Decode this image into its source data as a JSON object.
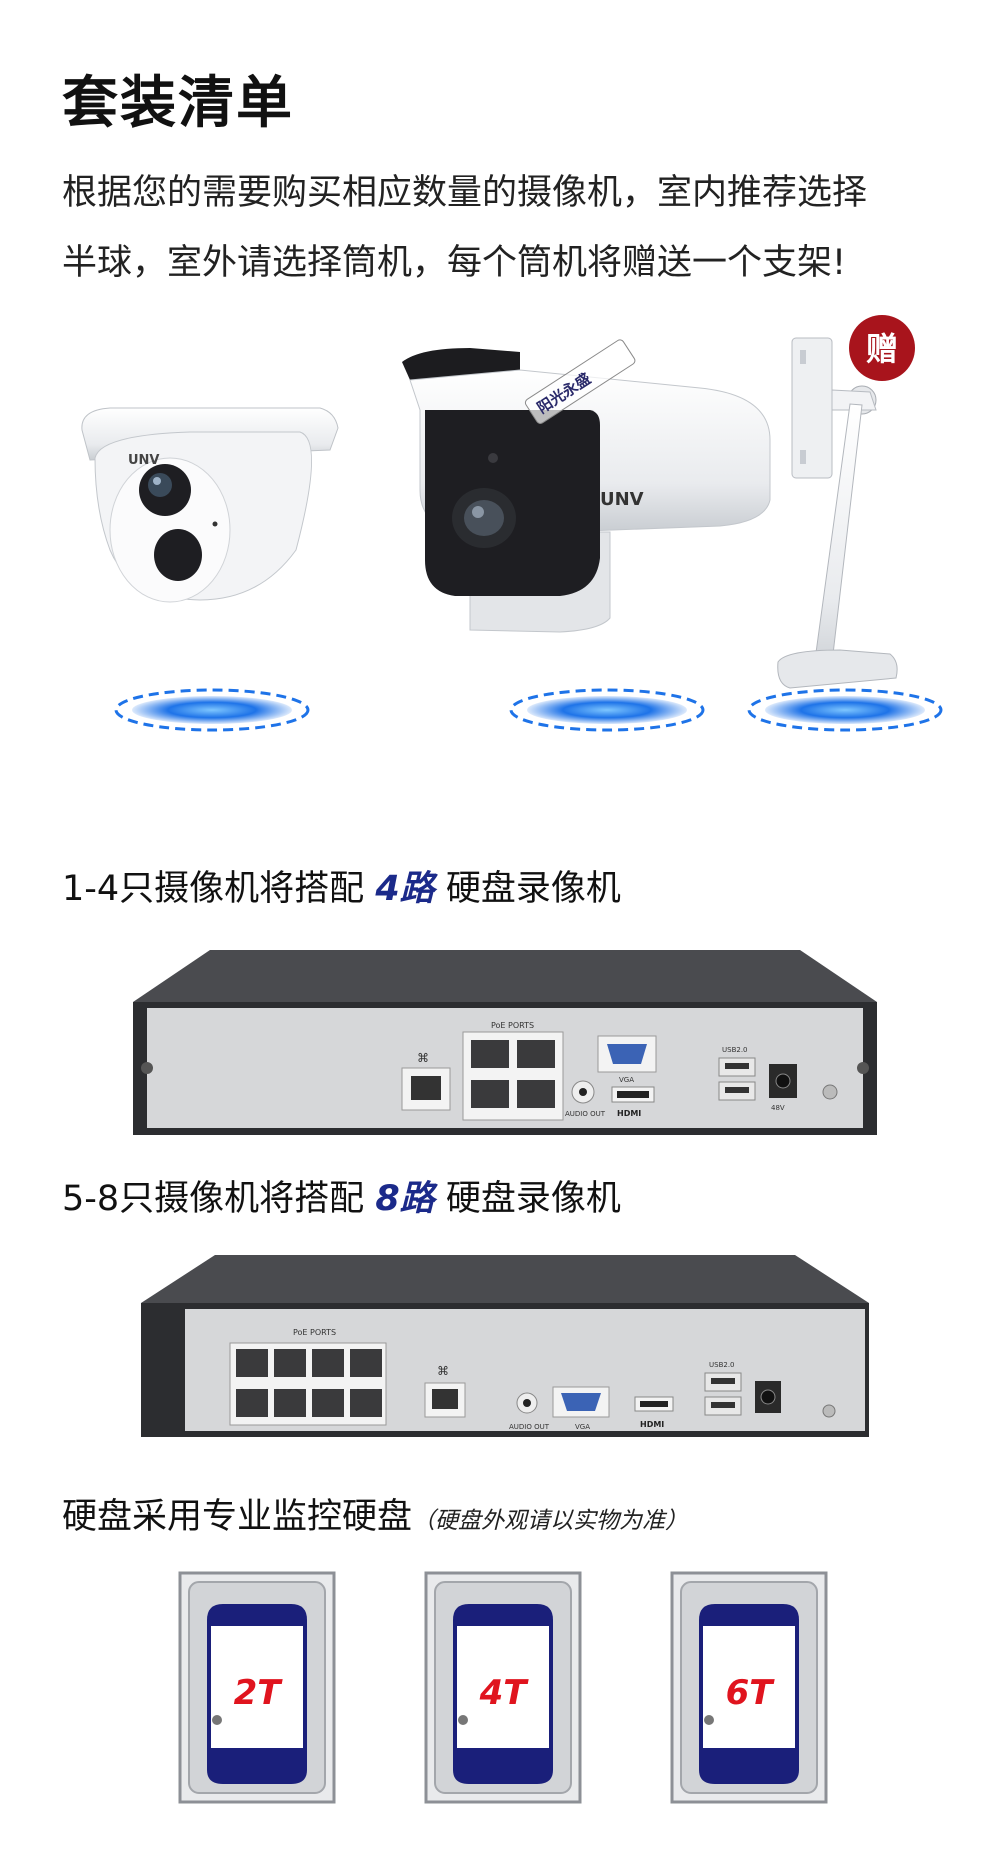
{
  "header": {
    "title": "套装清单",
    "intro_line1": "根据您的需要购买相应数量的摄像机，室内推荐选择",
    "intro_line2": "半球，室外请选择筒机，每个筒机将赠送一个支架!"
  },
  "cameras": {
    "brand": "UNV",
    "gift_badge": "赠",
    "watermark": "阳光永盛"
  },
  "nvr4": {
    "prefix": "1-4只摄像机将搭配",
    "highlight": "4路",
    "suffix": "硬盘录像机",
    "poe_label": "PoE PORTS",
    "vga_label": "VGA",
    "audio_label": "AUDIO OUT",
    "hdmi_label": "HDMI",
    "usb_label": "USB2.0",
    "power_label": "48V"
  },
  "nvr8": {
    "prefix": "5-8只摄像机将搭配",
    "highlight": "8路",
    "suffix": "硬盘录像机",
    "poe_label": "PoE PORTS",
    "vga_label": "VGA",
    "audio_label": "AUDIO OUT",
    "hdmi_label": "HDMI",
    "usb_label": "USB2.0"
  },
  "disks": {
    "heading": "硬盘采用专业监控硬盘",
    "note": "（硬盘外观请以实物为准）",
    "capacities": [
      "2T",
      "4T",
      "6T"
    ]
  },
  "colors": {
    "highlight": "#1b2a8a",
    "gift_badge": "#a8141c",
    "glow": "#1e73e8",
    "disk_blue": "#1a1f7a",
    "disk_label": "#e0141e"
  }
}
